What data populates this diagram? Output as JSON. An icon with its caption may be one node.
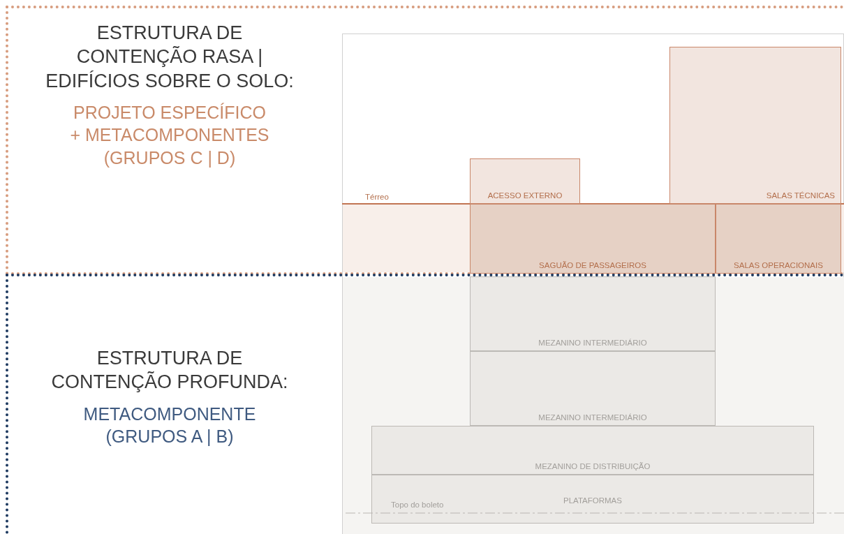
{
  "diagram": {
    "nodes": [
      {
        "text": [
          "ESTRUTURA DE CONTENÇÃO RASA | EDIFÍCIOS SOBRE O SOLO:",
          "PROJETO ESPECÍFICO + METACOMPONENTES (GRUPOS C | D)"
        ]
      },
      {
        "text": [
          "ESTRUTURA DE CONTENÇÃO PROFUNDA:",
          "METACOMPONENTE (GRUPOS A | B)"
        ]
      },
      {
        "text": [
          "ACESSO EXTERNO"
        ],
        "in": 0
      },
      {
        "text": [
          "SALAS TÉCNICAS"
        ],
        "in": 0
      },
      {
        "text": [
          "SAGUÃO DE PASSAGEIROS"
        ],
        "in": 0
      },
      {
        "text": [
          "SALAS OPERACIONAIS"
        ],
        "in": 0
      },
      {
        "text": [
          "MEZANINO INTERMEDIÁRIO"
        ],
        "in": 1
      },
      {
        "text": [
          "MEZANINO INTERMEDIÁRIO"
        ],
        "in": 1
      },
      {
        "text": [
          "MEZANINO DE DISTRIBUIÇÃO"
        ],
        "in": 1
      },
      {
        "text": [
          "PLATAFORMAS"
        ],
        "in": 1
      }
    ],
    "labels": [
      "Térreo",
      "Topo do boleto"
    ]
  }
}
